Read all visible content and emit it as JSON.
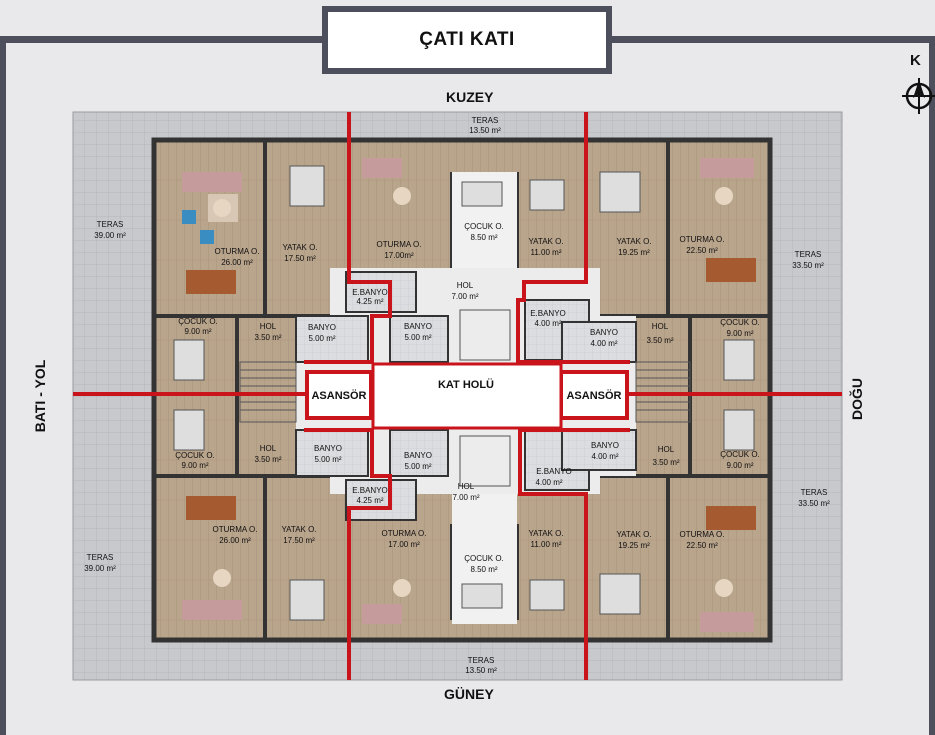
{
  "title": "ÇATI KATI",
  "compass": {
    "letter": "K",
    "icon": "compass-north-icon"
  },
  "directions": {
    "north": "KUZEY",
    "south": "GÜNEY",
    "west": "BATI - YOL",
    "east": "DOĞU"
  },
  "colors": {
    "frame": "#4d4f5c",
    "terrace": "#c7c9cd",
    "floor": "#b9a48c",
    "wall": "#3b3b3b",
    "divider": "#c8141a",
    "core": "#ececec"
  },
  "terraces": [
    {
      "name": "TERAS",
      "area": "13.50 m²"
    },
    {
      "name": "TERAS",
      "area": "39.00 m²"
    },
    {
      "name": "TERAS",
      "area": "33.50 m²"
    },
    {
      "name": "TERAS",
      "area": "39.00 m²"
    },
    {
      "name": "TERAS",
      "area": "33.50 m²"
    },
    {
      "name": "TERAS",
      "area": "13.50 m²"
    }
  ],
  "core": {
    "hall": "KAT HOLÜ",
    "elevator": "ASANSÖR"
  },
  "rooms": [
    {
      "name": "OTURMA O.",
      "area": "26.00 m²"
    },
    {
      "name": "YATAK O.",
      "area": "17.50 m²"
    },
    {
      "name": "OTURMA O.",
      "area": "17.00m²"
    },
    {
      "name": "ÇOCUK O.",
      "area": "8.50 m²"
    },
    {
      "name": "YATAK O.",
      "area": "11.00 m²"
    },
    {
      "name": "YATAK O.",
      "area": "19.25 m²"
    },
    {
      "name": "OTURMA O.",
      "area": "22.50 m²"
    },
    {
      "name": "E.BANYO",
      "area": "4.25 m²"
    },
    {
      "name": "HOL",
      "area": "7.00 m²"
    },
    {
      "name": "E.BANYO",
      "area": "4.00 m²"
    },
    {
      "name": "ÇOCUK O.",
      "area": "9.00 m²"
    },
    {
      "name": "HOL",
      "area": "3.50 m²"
    },
    {
      "name": "BANYO",
      "area": "5.00 m²"
    },
    {
      "name": "BANYO",
      "area": "5.00 m²"
    },
    {
      "name": "BANYO",
      "area": "4.00 m²"
    },
    {
      "name": "HOL",
      "area": "3.50 m²"
    },
    {
      "name": "ÇOCUK O.",
      "area": "9.00 m²"
    },
    {
      "name": "ÇOCUK O.",
      "area": "9.00 m²"
    },
    {
      "name": "HOL",
      "area": "3.50 m²"
    },
    {
      "name": "BANYO",
      "area": "5.00 m²"
    },
    {
      "name": "BANYO",
      "area": "5.00 m²"
    },
    {
      "name": "BANYO",
      "area": "4.00 m²"
    },
    {
      "name": "HOL",
      "area": "3.50 m²"
    },
    {
      "name": "ÇOCUK O.",
      "area": "9.00 m²"
    },
    {
      "name": "E.BANYO",
      "area": "4.00 m²"
    },
    {
      "name": "E.BANYO",
      "area": "4.25 m²"
    },
    {
      "name": "HOL",
      "area": "7.00 m²"
    },
    {
      "name": "OTURMA O.",
      "area": "26.00 m²"
    },
    {
      "name": "YATAK O.",
      "area": "17.50 m²"
    },
    {
      "name": "OTURMA O.",
      "area": "17.00 m²"
    },
    {
      "name": "ÇOCUK O.",
      "area": "8.50 m²"
    },
    {
      "name": "YATAK O.",
      "area": "11.00 m²"
    },
    {
      "name": "YATAK O.",
      "area": "19.25 m²"
    },
    {
      "name": "OTURMA O.",
      "area": "22.50 m²"
    }
  ]
}
